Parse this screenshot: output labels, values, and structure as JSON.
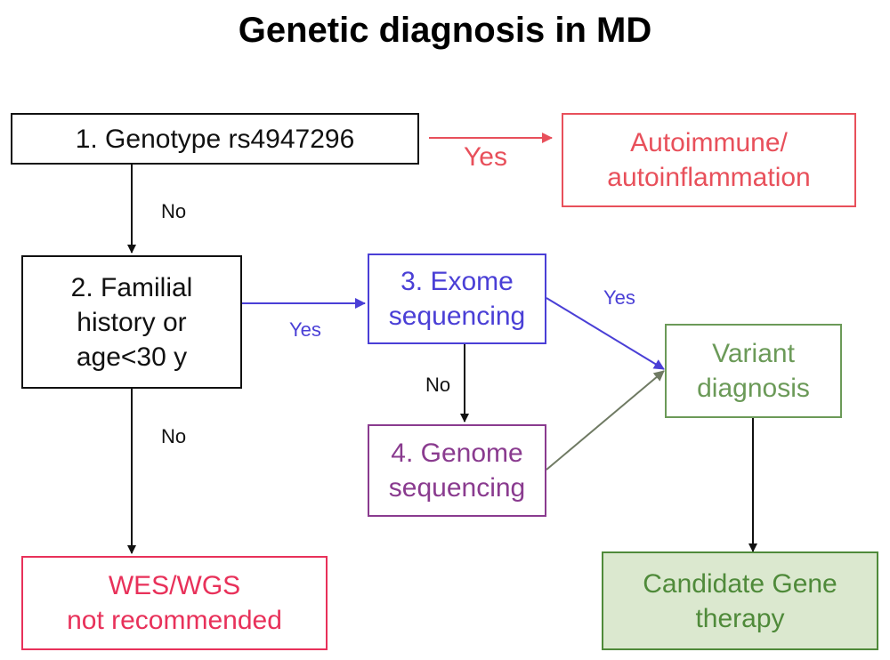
{
  "title": "Genetic diagnosis in MD",
  "colors": {
    "black": "#111111",
    "red": "#e8505b",
    "crimson": "#e8315a",
    "blue": "#4a3fd6",
    "purple": "#8a3b8f",
    "green": "#6b9a58",
    "dark_green": "#4f8a3a",
    "green_fill": "#dbe8cf",
    "gray_green": "#6f7a63"
  },
  "nodes": {
    "step1": "1. Genotype rs4947296",
    "autoimmune": "Autoimmune/\nautoinflammation",
    "step2": "2. Familial\nhistory or\nage<30 y",
    "step3": "3. Exome\nsequencing",
    "step4": "4. Genome\nsequencing",
    "variant": "Variant\ndiagnosis",
    "not_recommended": "WES/WGS\nnot recommended",
    "candidate": "Candidate Gene\ntherapy"
  },
  "edge_labels": {
    "step1_yes": "Yes",
    "step1_no": "No",
    "step2_yes": "Yes",
    "step2_no": "No",
    "step3_yes": "Yes",
    "step3_no": "No"
  }
}
